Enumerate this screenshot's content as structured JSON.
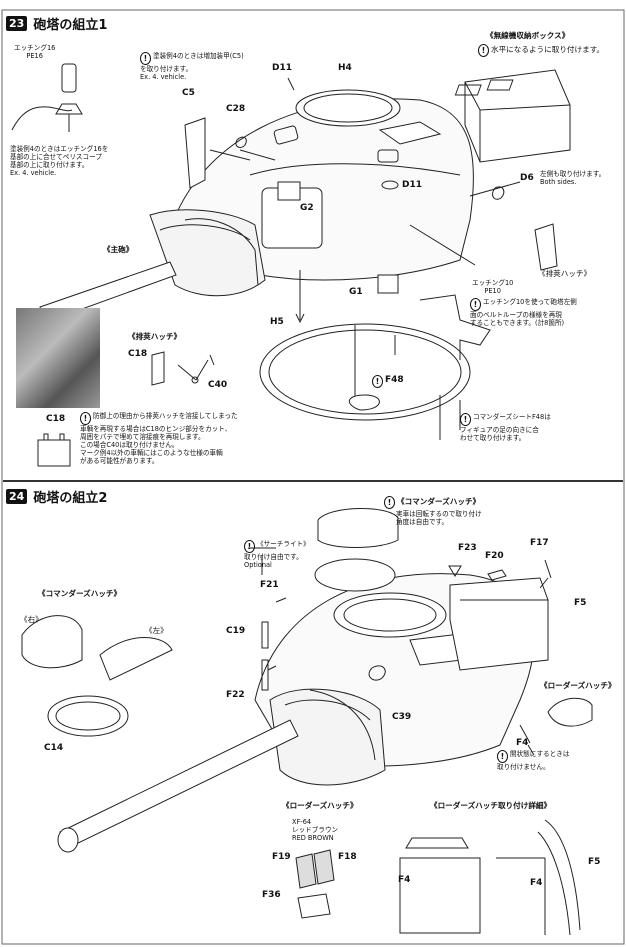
{
  "step23": {
    "number": "23",
    "title": "砲塔の組立1",
    "etching_label": "エッチング16\nPE16",
    "note_c5": "塗装例4のときは増加装甲(C5)\nを取り付けます。\nEx. 4. vehicle.",
    "note_periscope": "塗装例4のときはエッチング16を\n基部の上に合せてペリスコープ\n基部の上に取り付けます。\nEx. 4. vehicle.",
    "radio_box_title": "《無線機収納ボックス》",
    "radio_box_note": "水平になるように取り付けます。",
    "both_sides": "左側も取り付けます。\nBoth sides.",
    "main_gun": "《主砲》",
    "ejection_hatch": "《排莢ハッチ》",
    "ejection_hatch_small": "《排莢ハッチ》",
    "etching10": "エッチング10\nPE10",
    "etching10_note": "エッチング10を使って砲塔左側\n面のベルトループの様様を再現\nすることもできます。(計8箇所)",
    "c18_note": "防御上の理由から排莢ハッチを溶接してしまった\n車輌を再現する場合はC18のヒンジ部分をカット、\n周囲をパテで埋めて溶接痕を再現します。\nこの場合C40は取り付けません。\nマーク例4以外の車輌にはこのような仕様の車輌\nがある可能性があります。",
    "f48_note": "コマンダーズシートF48は\nフィギュアの足の向きに合\nわせて取り付けます。",
    "parts": {
      "d11a": "D11",
      "h4": "H4",
      "c5": "C5",
      "c28": "C28",
      "d11b": "D11",
      "g2": "G2",
      "d6": "D6",
      "g1": "G1",
      "h5": "H5",
      "c18a": "C18",
      "c40": "C40",
      "f48": "F48",
      "c18b": "C18"
    }
  },
  "step24": {
    "number": "24",
    "title": "砲塔の組立2",
    "cmd_hatch_title": "《コマンダーズハッチ》",
    "cmd_hatch_note": "実車は回転するので取り付け\n角度は自由です。",
    "searchlight": "《サーチライト》\n取り付け自由です。\nOptional",
    "cmd_hatch_left_title": "《コマンダーズハッチ》",
    "right": "《右》",
    "left": "《左》",
    "loader_hatch": "《ローダーズハッチ》",
    "open_note": "開状態にするときは\n取り付けません。",
    "loader_hatch_bottom": "《ローダーズハッチ》",
    "loader_detail": "《ローダーズハッチ取り付け詳細》",
    "paint": "XF-64\nレッドブラウン\nRED BROWN",
    "parts": {
      "f23": "F23",
      "f20": "F20",
      "f17": "F17",
      "f21": "F21",
      "f5a": "F5",
      "c19": "C19",
      "c14": "C14",
      "f22": "F22",
      "c39": "C39",
      "f4a": "F4",
      "f19": "F19",
      "f18": "F18",
      "f36": "F36",
      "f5b": "F5",
      "f4b": "F4",
      "f4c": "F4"
    }
  }
}
